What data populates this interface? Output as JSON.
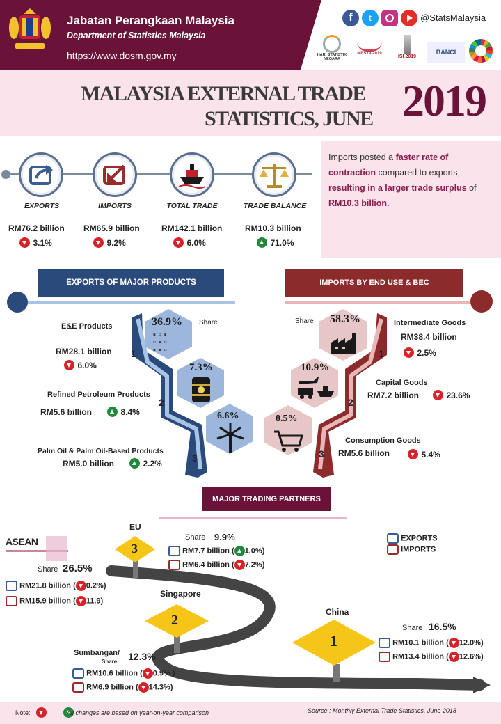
{
  "header": {
    "org_name": "Jabatan Perangkaan Malaysia",
    "org_subtitle": "Department of Statistics Malaysia",
    "url": "https://www.dosm.gov.my",
    "social_handle": "@StatsMalaysia",
    "logo_captions": [
      "HARI STATISTIK NEGARA",
      "MESTA 2019",
      "ISI 2019",
      "BANCI"
    ],
    "colors": {
      "maroon": "#6b1238",
      "navy": "#2b4a7c",
      "dark_red": "#8c2b2b"
    }
  },
  "title": {
    "line1": "MALAYSIA EXTERNAL TRADE",
    "line2": "STATISTICS, JUNE",
    "year": "2019"
  },
  "summary": {
    "stats": [
      {
        "label": "EXPORTS",
        "value": "RM76.2 billion",
        "change": "3.1%",
        "dir": "down",
        "icon": "export-icon"
      },
      {
        "label": "IMPORTS",
        "value": "RM65.9 billion",
        "change": "9.2%",
        "dir": "down",
        "icon": "import-icon"
      },
      {
        "label": "TOTAL TRADE",
        "value": "RM142.1 billion",
        "change": "6.0%",
        "dir": "down",
        "icon": "ship-icon"
      },
      {
        "label": "TRADE BALANCE",
        "value": "RM10.3 billion",
        "change": "71.0%",
        "dir": "up",
        "icon": "scale-icon"
      }
    ],
    "note_parts": {
      "p1": "Imports posted a ",
      "p2": "faster rate of contraction",
      "p3": " compared to exports, ",
      "p4": "resulting in a larger trade surplus",
      "p5": " of ",
      "p6": "RM10.3 billion."
    }
  },
  "exports_products": {
    "heading": "EXPORTS OF MAJOR PRODUCTS",
    "share_label": "Share",
    "items": [
      {
        "rank": "1",
        "name": "E&E Products",
        "value": "RM28.1 billion",
        "change": "6.0%",
        "dir": "down",
        "share": "36.9%"
      },
      {
        "rank": "2",
        "name": "Refined Petroleum Products",
        "value": "RM5.6 billion",
        "change": "8.4%",
        "dir": "up",
        "share": "7.3%"
      },
      {
        "rank": "3",
        "name": "Palm Oil & Palm Oil-Based Products",
        "value": "RM5.0 billion",
        "change": "2.2%",
        "dir": "up",
        "share": "6.6%"
      }
    ]
  },
  "imports_enduse": {
    "heading": "IMPORTS BY END USE & BEC",
    "share_label": "Share",
    "items": [
      {
        "rank": "1",
        "name": "Intermediate Goods",
        "value": "RM38.4 billion",
        "change": "2.5%",
        "dir": "down",
        "share": "58.3%"
      },
      {
        "rank": "2",
        "name": "Capital Goods",
        "value": "RM7.2 billion",
        "change": "23.6%",
        "dir": "down",
        "share": "10.9%"
      },
      {
        "rank": "3",
        "name": "Consumption Goods",
        "value": "RM5.6 billion",
        "change": "5.4%",
        "dir": "down",
        "share": "8.5%"
      }
    ]
  },
  "partners": {
    "heading": "MAJOR TRADING PARTNERS",
    "legend": {
      "exports": "EXPORTS",
      "imports": "IMPORTS"
    },
    "asean": {
      "name": "ASEAN",
      "share_label": "Share",
      "share": "26.5%",
      "exports_value": "RM21.8 billion (",
      "exports_change": "0.2%)",
      "imports_value": "RM15.9 billion (",
      "imports_change": "11.9)"
    },
    "eu": {
      "name": "EU",
      "rank": "3",
      "share_label": "Share",
      "share": "9.9%",
      "exports_value": "RM7.7 billion (",
      "exports_change": "1.0%)",
      "exports_dir": "up",
      "imports_value": "RM6.4 billion (",
      "imports_change": "7.2%)"
    },
    "singapore": {
      "name": "Singapore",
      "rank": "2",
      "share_label1": "Sumbangan/",
      "share_label2": "Share",
      "share": "12.3%",
      "exports_value": "RM10.6 billion (",
      "exports_change": "0.9% )",
      "imports_value": "RM6.9 billion (",
      "imports_change": "14.3%)"
    },
    "china": {
      "name": "China",
      "rank": "1",
      "share_label": "Share",
      "share": "16.5%",
      "exports_value": "RM10.1 billion (",
      "exports_change": "12.0%)",
      "imports_value": "RM13.4 billion (",
      "imports_change": "12.6%)"
    }
  },
  "footer": {
    "note_label": "Note:",
    "note_text": "All changes are based on year-on-year comparison",
    "source": "Source  :  Monthly External Trade Statistics, June 2018"
  }
}
